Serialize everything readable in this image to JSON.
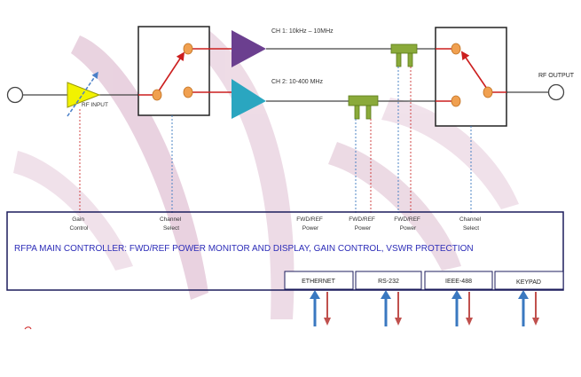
{
  "diagram": {
    "input_label": "RF INPUT",
    "output_label": "RF OUTPUT",
    "channel_1_label": "CH 1: 10kHz – 10MHz",
    "channel_2_label": "CH 2: 10-400 MHz",
    "signal_labels": {
      "gain_control": [
        "Gain",
        "Control"
      ],
      "channel_select_left": [
        "Channel",
        "Select"
      ],
      "fwd_ref_power_1": [
        "FWD/REF",
        "Power"
      ],
      "fwd_ref_power_2": [
        "FWD/REF",
        "Power"
      ],
      "fwd_ref_power_3": [
        "FWD/REF",
        "Power"
      ],
      "channel_select_right": [
        "Channel",
        "Select"
      ]
    },
    "controller": {
      "title": "RFPA MAIN CONTROLLER: FWD/REF POWER MONITOR AND DISPLAY, GAIN CONTROL, VSWR PROTECTION",
      "ports": [
        "ETHERNET",
        "RS-232",
        "IEEE-488",
        "KEYPAD"
      ]
    },
    "colors": {
      "amp_ch1": "#6b3f8f",
      "amp_ch2": "#2aa6c0",
      "attenuator": "#f2f200",
      "coupler": "#8aaa3a",
      "switch_node": "#f0a050",
      "signal_line_red": "#cc1f1f",
      "controller_border": "#1c1c5c",
      "arrow_in": "#3a78c0",
      "arrow_out": "#c0504d",
      "watermark": "#d7b8cc"
    }
  }
}
